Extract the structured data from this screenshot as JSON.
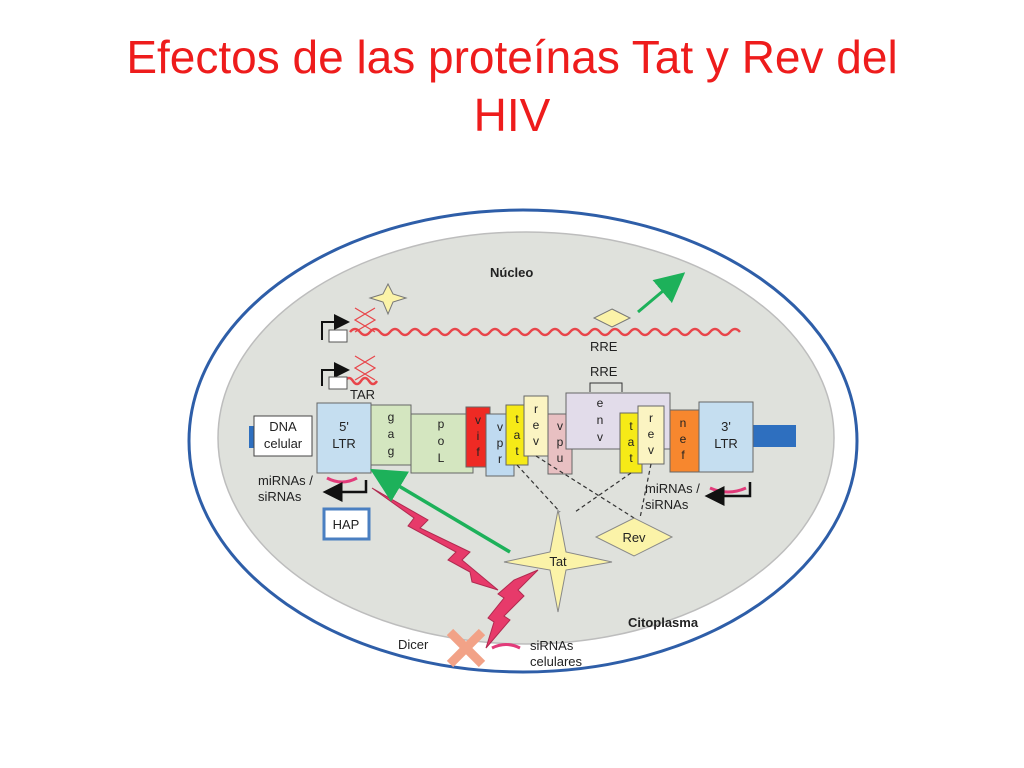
{
  "slide": {
    "title_line1": "Efectos de las proteínas Tat y Rev del",
    "title_line2": "HIV"
  },
  "diagram": {
    "nucleus_label": "Núcleo",
    "cytoplasm_label": "Citoplasma",
    "tar_label": "TAR",
    "rre_label_rna": "RRE",
    "rre_label_genome": "RRE",
    "dna_label": [
      "DNA",
      "celular"
    ],
    "ltr5_label": [
      "5'",
      "LTR"
    ],
    "ltr3_label": [
      "3'",
      "LTR"
    ],
    "mirna_left": [
      "miRNAs /",
      "siRNAs"
    ],
    "mirna_right": [
      "miRNAs /",
      "siRNAs"
    ],
    "hap_label": "HAP",
    "tat_label": "Tat",
    "rev_label": "Rev",
    "dicer_label": "Dicer",
    "sirnas_celulares": [
      "siRNAs",
      "celulares"
    ],
    "genes": {
      "gag": [
        "g",
        "a",
        "g"
      ],
      "pol": [
        "p",
        "o",
        "L"
      ],
      "vif": [
        "v",
        "i",
        "f"
      ],
      "vpr": [
        "v",
        "p",
        "r"
      ],
      "tat1": [
        "t",
        "a",
        "t"
      ],
      "rev1": [
        "r",
        "e",
        "v"
      ],
      "vpu": [
        "v",
        "p",
        "u"
      ],
      "env": [
        "e",
        "n",
        "v"
      ],
      "tat2": [
        "t",
        "a",
        "t"
      ],
      "rev2": [
        "r",
        "e",
        "v"
      ],
      "nef": [
        "n",
        "e",
        "f"
      ]
    },
    "colors": {
      "ellipse_stroke": "#2e5ea8",
      "cell_fill": "#dfe1dc",
      "ltr": "#c5def0",
      "gag": "#d4e6c0",
      "pol": "#d4e6c0",
      "vif": "#ee2a24",
      "vpr": "#bfdaf0",
      "tat": "#f6ea17",
      "rev": "#fbf4c2",
      "vpu": "#e8c0c2",
      "env": "#e2dcea",
      "nef": "#f7872e",
      "rna_wave": "#e8454a",
      "lightning": "#e73a6a",
      "arrow_green": "#1db15a",
      "star": "#fbf3a8",
      "dicer_x": "#f2a287"
    }
  }
}
